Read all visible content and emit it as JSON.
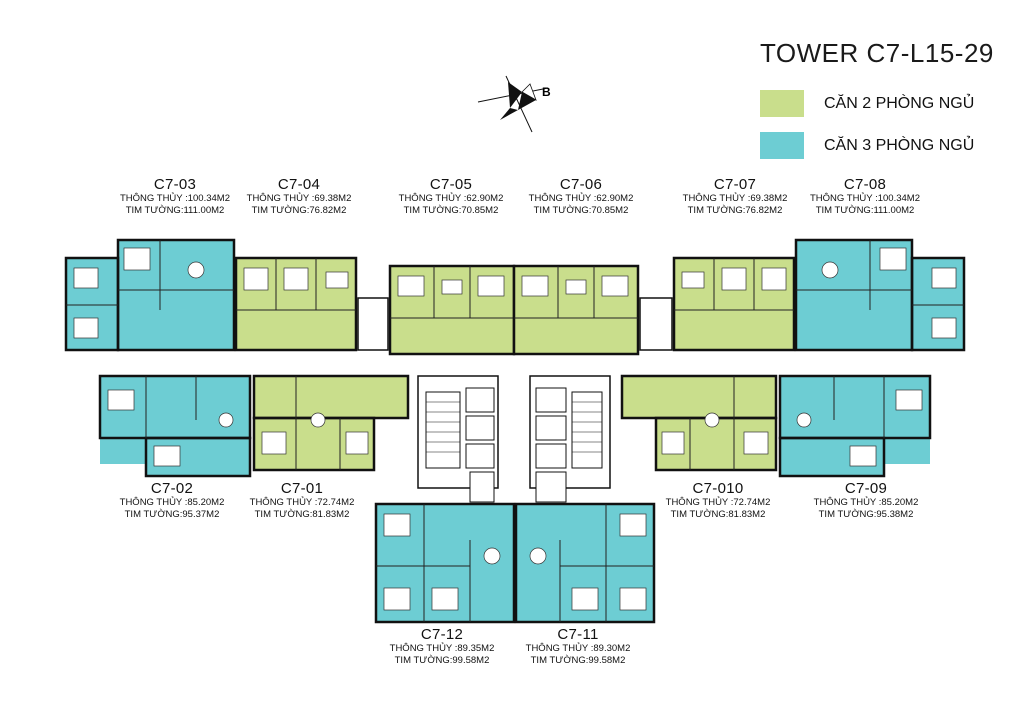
{
  "title": "TOWER C7-L15-29",
  "legend": [
    {
      "label": "CĂN 2 PHÒNG NGỦ",
      "color": "#c9de8c"
    },
    {
      "label": "CĂN 3 PHÒNG NGỦ",
      "color": "#6dcdd3"
    }
  ],
  "compass": {
    "letter": "B"
  },
  "units": [
    {
      "id": "C7-03",
      "name": "C7-03",
      "thong_thuy": "THÔNG THỦY :100.34M2",
      "tim_tuong": "TIM TƯỜNG:111.00M2",
      "type": "3pn"
    },
    {
      "id": "C7-04",
      "name": "C7-04",
      "thong_thuy": "THÔNG THỦY :69.38M2",
      "tim_tuong": "TIM TƯỜNG:76.82M2",
      "type": "2pn"
    },
    {
      "id": "C7-05",
      "name": "C7-05",
      "thong_thuy": "THÔNG THỦY :62.90M2",
      "tim_tuong": "TIM TƯỜNG:70.85M2",
      "type": "2pn"
    },
    {
      "id": "C7-06",
      "name": "C7-06",
      "thong_thuy": "THÔNG THỦY :62.90M2",
      "tim_tuong": "TIM TƯỜNG:70.85M2",
      "type": "2pn"
    },
    {
      "id": "C7-07",
      "name": "C7-07",
      "thong_thuy": "THÔNG THỦY :69.38M2",
      "tim_tuong": "TIM TƯỜNG:76.82M2",
      "type": "2pn"
    },
    {
      "id": "C7-08",
      "name": "C7-08",
      "thong_thuy": "THÔNG THỦY :100.34M2",
      "tim_tuong": "TIM TƯỜNG:111.00M2",
      "type": "3pn"
    },
    {
      "id": "C7-02",
      "name": "C7-02",
      "thong_thuy": "THÔNG THỦY :85.20M2",
      "tim_tuong": "TIM TƯỜNG:95.37M2",
      "type": "3pn"
    },
    {
      "id": "C7-01",
      "name": "C7-01",
      "thong_thuy": "THÔNG THỦY :72.74M2",
      "tim_tuong": "TIM TƯỜNG:81.83M2",
      "type": "2pn"
    },
    {
      "id": "C7-010",
      "name": "C7-010",
      "thong_thuy": "THÔNG THỦY :72.74M2",
      "tim_tuong": "TIM TƯỜNG:81.83M2",
      "type": "2pn"
    },
    {
      "id": "C7-09",
      "name": "C7-09",
      "thong_thuy": "THÔNG THỦY :85.20M2",
      "tim_tuong": "TIM TƯỜNG:95.38M2",
      "type": "3pn"
    },
    {
      "id": "C7-12",
      "name": "C7-12",
      "thong_thuy": "THÔNG THỦY :89.35M2",
      "tim_tuong": "TIM TƯỜNG:99.58M2",
      "type": "3pn"
    },
    {
      "id": "C7-11",
      "name": "C7-11",
      "thong_thuy": "THÔNG THỦY :89.30M2",
      "tim_tuong": "TIM TƯỜNG:99.58M2",
      "type": "3pn"
    }
  ]
}
